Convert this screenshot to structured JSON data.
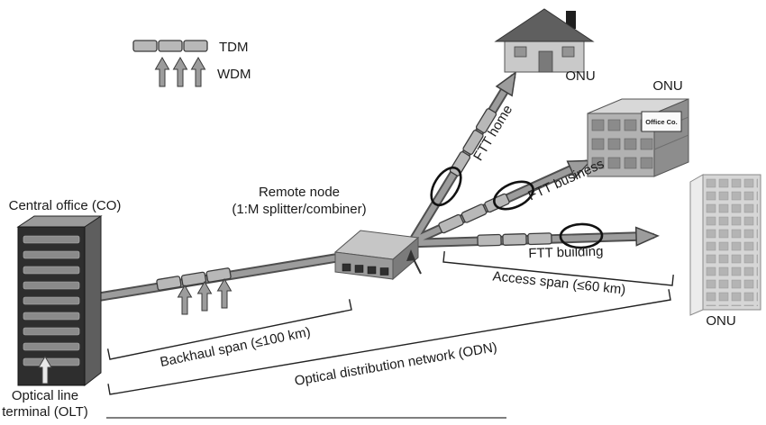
{
  "legend": {
    "tdm_label": "TDM",
    "wdm_label": "WDM"
  },
  "central_office": {
    "label": "Central office (CO)",
    "olt_label_line1": "Optical line",
    "olt_label_line2": "terminal (OLT)"
  },
  "remote_node": {
    "label_line1": "Remote node",
    "label_line2": "(1:M splitter/combiner)"
  },
  "branches": {
    "home": {
      "label": "FTT home",
      "onu_label": "ONU"
    },
    "business": {
      "label": "FTT business",
      "onu_label": "ONU",
      "building_sign": "Office Co."
    },
    "building": {
      "label": "FTT building",
      "onu_label": "ONU"
    }
  },
  "spans": {
    "backhaul_label": "Backhaul span (≤100 km)",
    "access_label": "Access span (≤60 km)",
    "odn_label": "Optical distribution network (ODN)"
  },
  "colors": {
    "fiber": "#9c9c9c",
    "fiber_edge": "#4f4f4f",
    "ink": "#1a1a1a"
  }
}
